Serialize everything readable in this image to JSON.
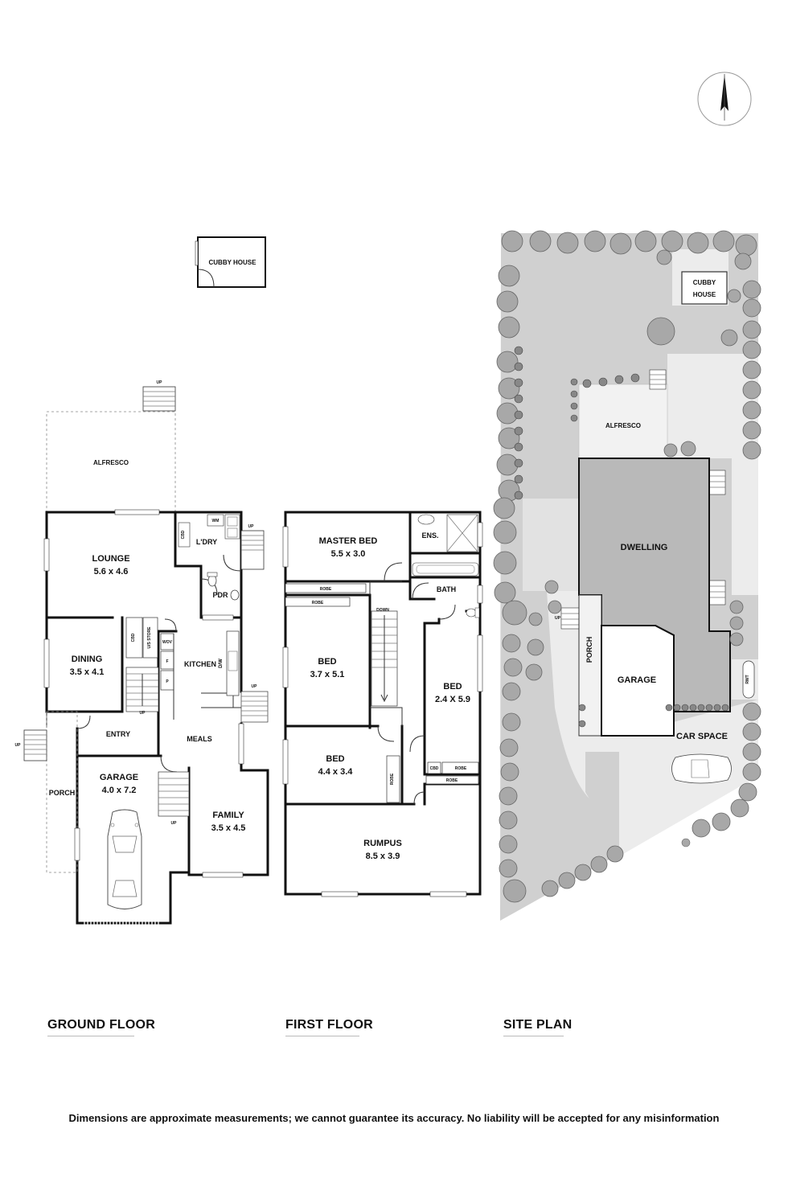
{
  "titles": {
    "ground_floor": "GROUND FLOOR",
    "first_floor": "FIRST FLOOR",
    "site_plan": "SITE PLAN"
  },
  "disclaimer": "Dimensions are approximate measurements; we cannot guarantee its accuracy. No liability will be accepted for any misinformation",
  "ground_floor": {
    "cubby_house": "CUBBY HOUSE",
    "alfresco": "ALFRESCO",
    "lounge": "LOUNGE",
    "lounge_dim": "5.6 x 4.6",
    "dining": "DINING",
    "dining_dim": "3.5 x 4.1",
    "kitchen": "KITCHEN",
    "meals": "MEALS",
    "entry": "ENTRY",
    "porch": "PORCH",
    "garage": "GARAGE",
    "garage_dim": "4.0 x 7.2",
    "family": "FAMILY",
    "family_dim": "3.5 x 4.5",
    "laundry": "L'DRY",
    "powder": "PDR",
    "cbd": "CBD",
    "wm": "WM",
    "us_store": "U/S STORE",
    "wov": "WOV",
    "fridge": "F",
    "pantry": "P",
    "dishwasher": "D/W",
    "up": "UP"
  },
  "first_floor": {
    "master_bed": "MASTER BED",
    "master_bed_dim": "5.5 x 3.0",
    "ensuite": "ENS.",
    "bath": "BATH",
    "robe": "ROBE",
    "bed1": "BED",
    "bed1_dim": "3.7 x 5.1",
    "bed2": "BED",
    "bed2_dim": "2.4 X 5.9",
    "bed3": "BED",
    "bed3_dim": "4.4 x 3.4",
    "rumpus": "RUMPUS",
    "rumpus_dim": "8.5 x 3.9",
    "cbd": "CBD",
    "down": "DOWN"
  },
  "site_plan": {
    "cubby_house_line1": "CUBBY",
    "cubby_house_line2": "HOUSE",
    "alfresco": "ALFRESCO",
    "dwelling": "DWELLING",
    "porch": "PORCH",
    "garage": "GARAGE",
    "car_space": "CAR SPACE",
    "rwt": "RWT",
    "up": "UP"
  },
  "compass": {
    "icon": "north-arrow-icon"
  },
  "colors": {
    "wall": "#111111",
    "site_grass": "#d0d0d0",
    "site_paving": "#ececec",
    "dwelling_fill": "#b9b9b9",
    "tree": "#9a9a9a"
  }
}
